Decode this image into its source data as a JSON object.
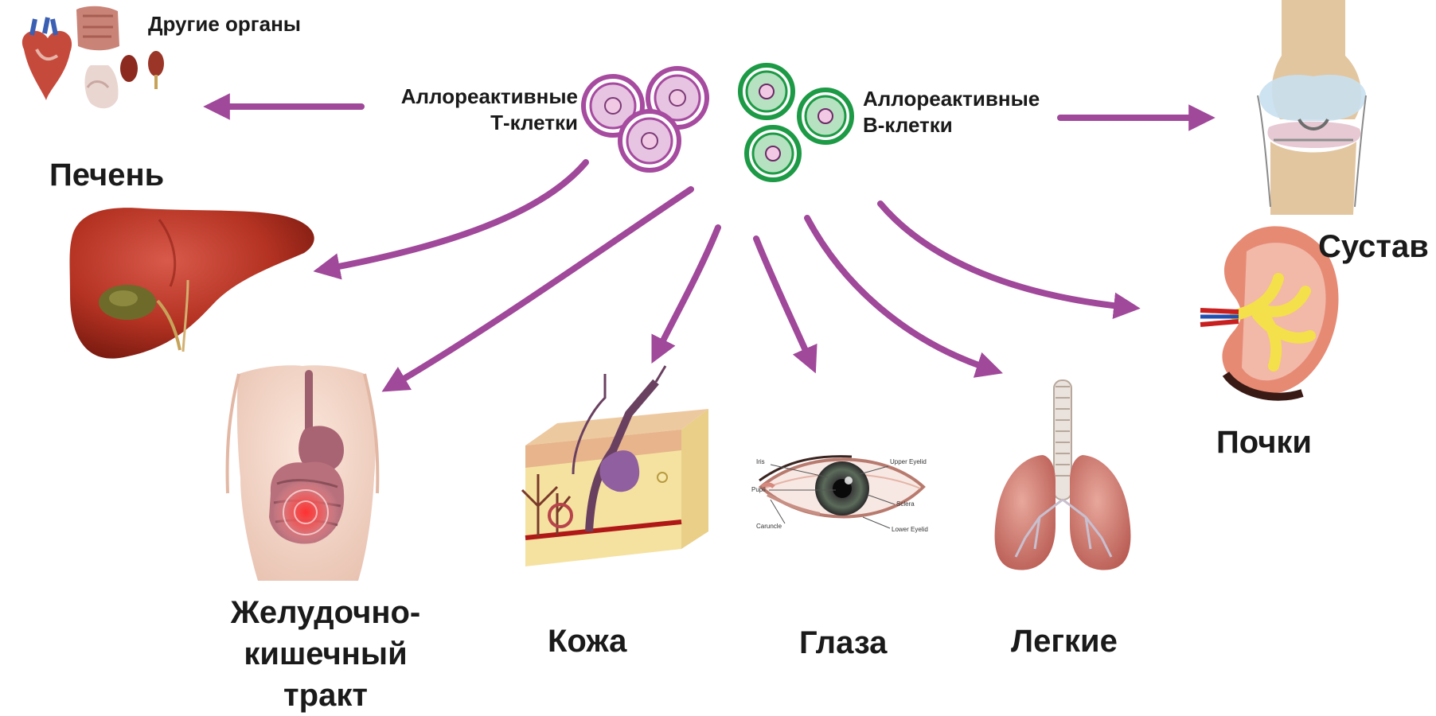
{
  "other_organs": "Другие органы",
  "t_cells": {
    "line1": "Аллореактивные",
    "line2": "Т-клетки"
  },
  "b_cells": {
    "line1": "Аллореактивные",
    "line2": "В-клетки"
  },
  "liver": "Печень",
  "joint": "Сустав",
  "kidneys": "Почки",
  "gi_tract": {
    "line1": "Желудочно-",
    "line2": "кишечный",
    "line3": "тракт"
  },
  "skin": "Кожа",
  "eyes": "Глаза",
  "lungs": "Легкие",
  "eye_parts": {
    "iris": "Iris",
    "pupil": "Pupil",
    "caruncle": "Caruncle",
    "upper_eyelid": "Upper Eyelid",
    "sclera": "Sclera",
    "lower_eyelid": "Lower Eyelid"
  },
  "colors": {
    "arrow": "#a0489a",
    "t_cell": "#a64b9f",
    "b_cell": "#1d9a45",
    "cell_core": "#f2c9e4"
  }
}
